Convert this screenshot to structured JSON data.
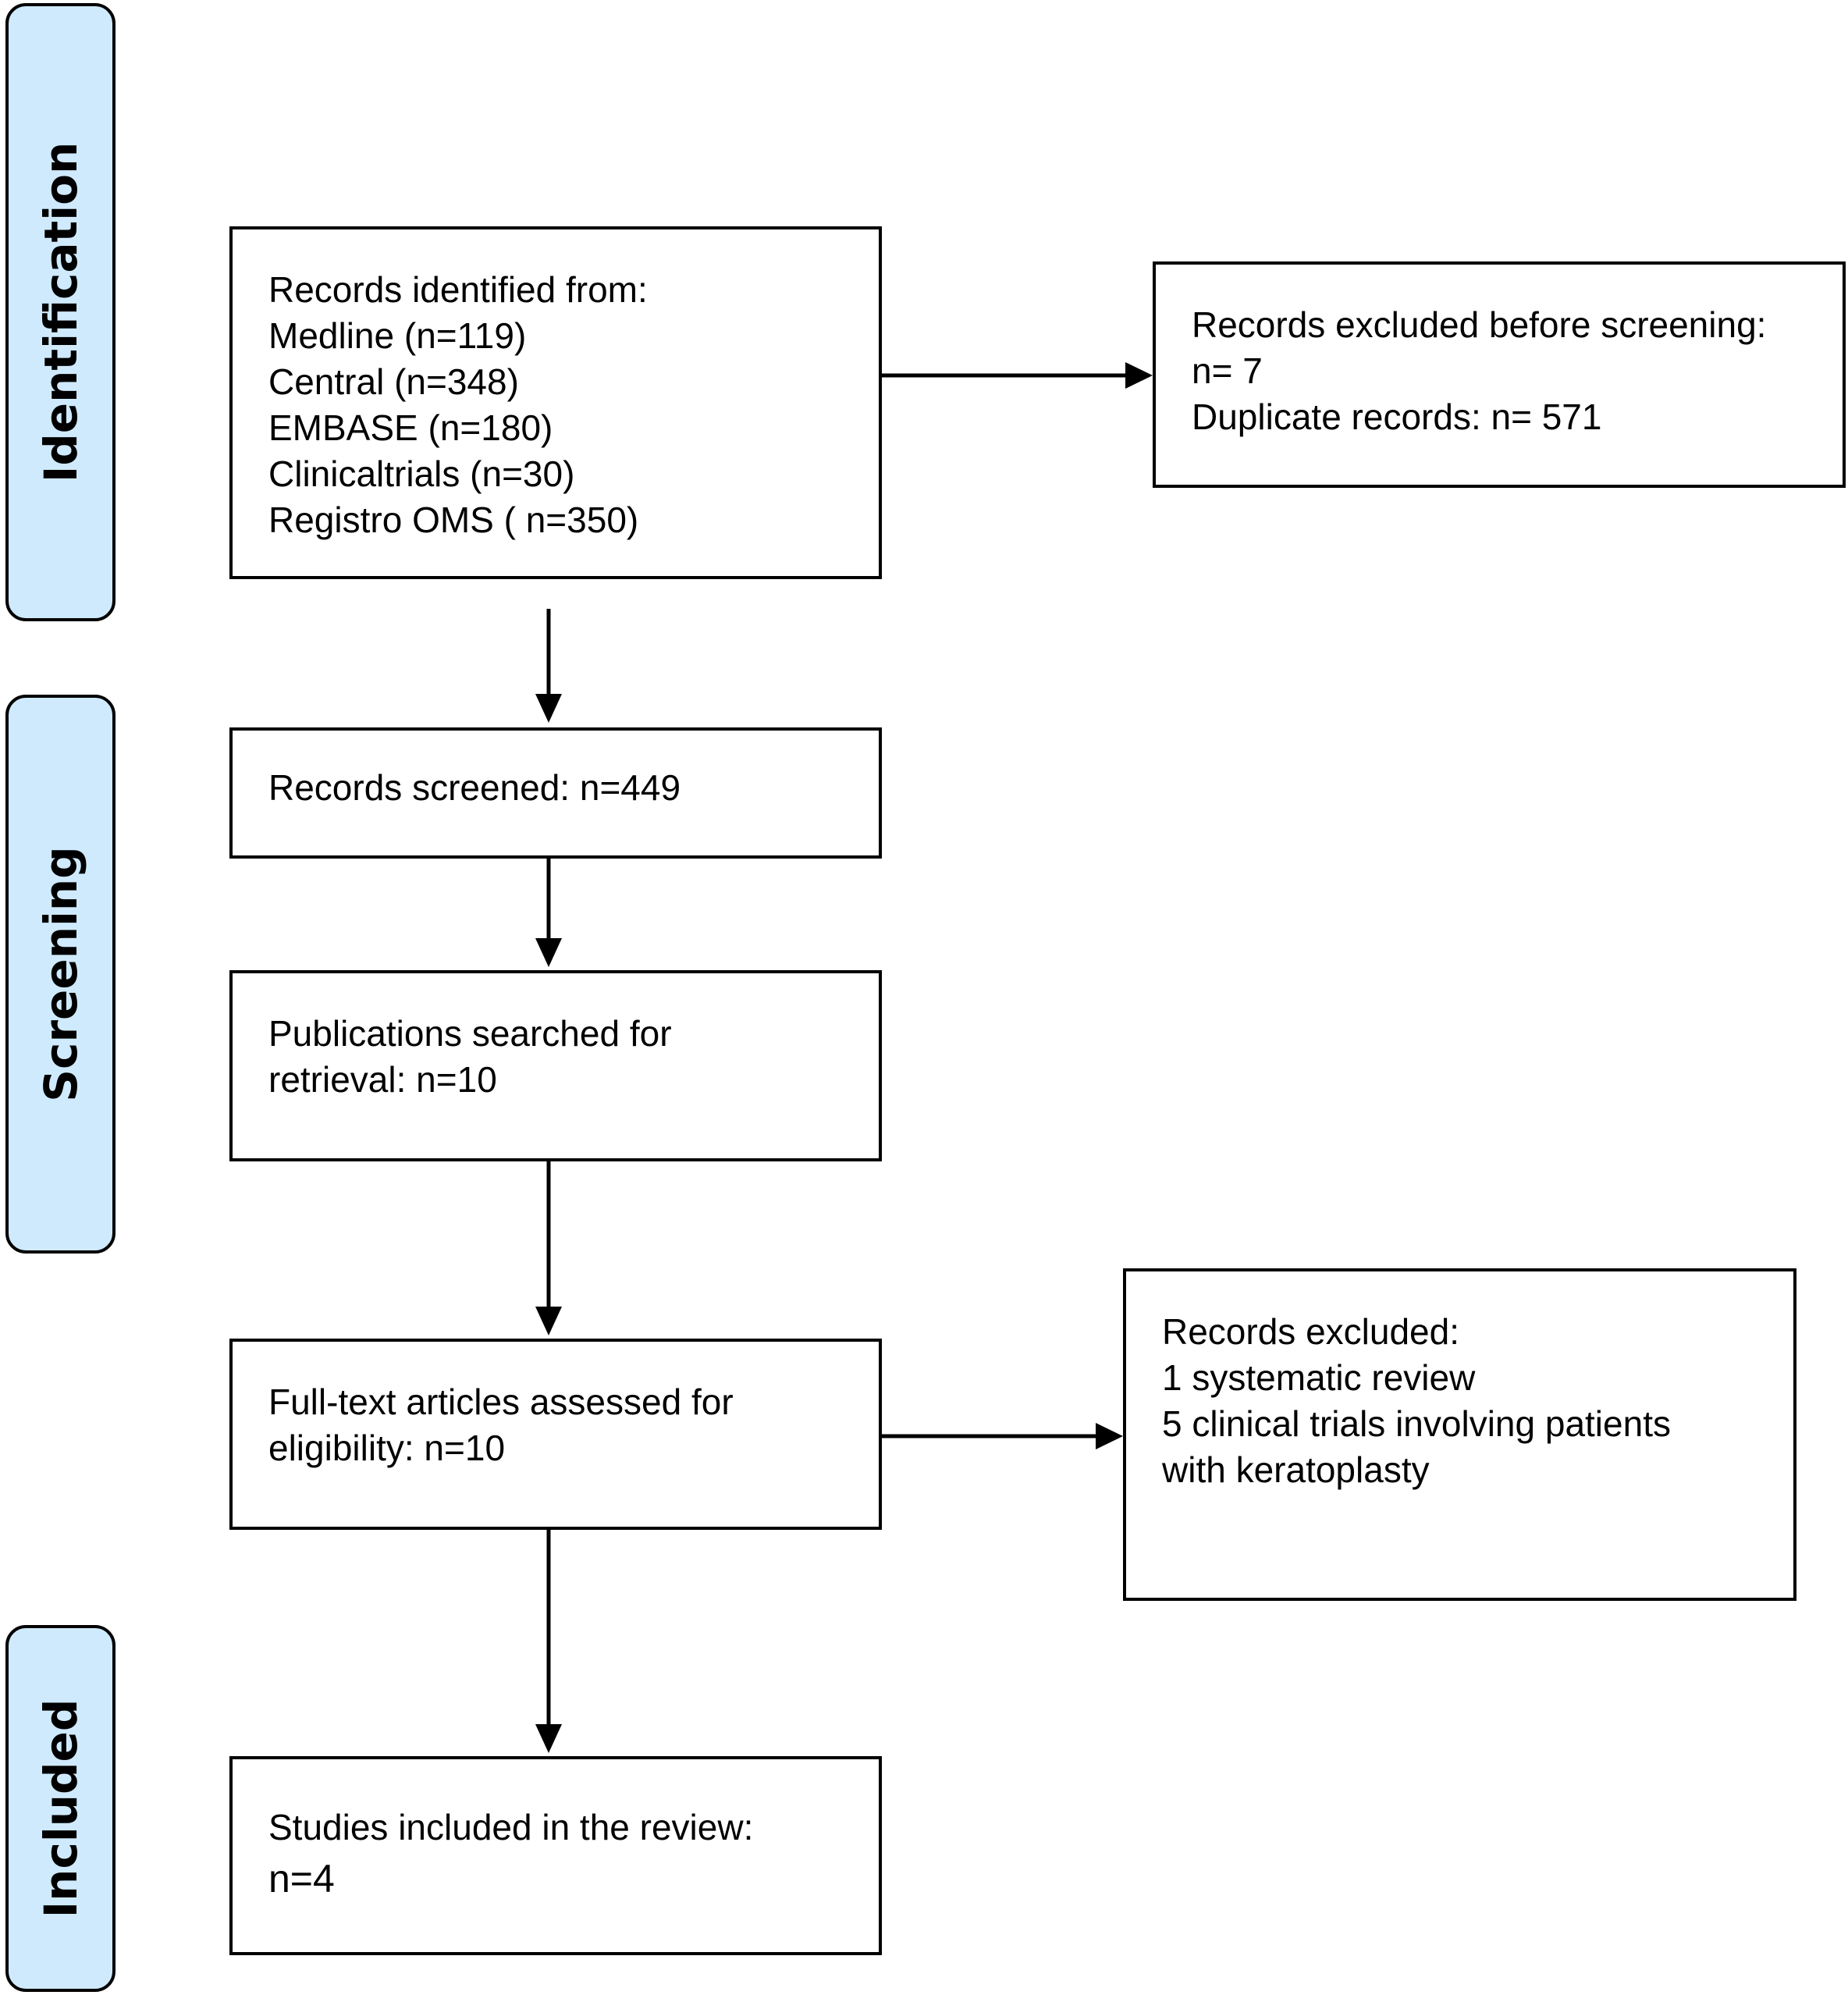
{
  "phases": {
    "identification": "Identification",
    "screening": "Screening",
    "included": "Included"
  },
  "boxes": {
    "identified": {
      "lines": [
        "Records identified from:",
        "Medline (n=119)",
        "Central (n=348)",
        "EMBASE (n=180)",
        "Clinicaltrials (n=30)",
        "Registro OMS ( n=350)"
      ]
    },
    "excluded_before_screening": {
      "lines": [
        "Records excluded before screening:",
        "n= 7",
        "Duplicate records: n= 571"
      ]
    },
    "screened": {
      "lines": [
        "Records screened: n=449"
      ]
    },
    "retrieval": {
      "lines": [
        "Publications searched for",
        "retrieval: n=10"
      ]
    },
    "eligibility": {
      "lines": [
        "Full-text articles assessed for",
        "eligibility: n=10"
      ]
    },
    "excluded": {
      "lines": [
        "Records excluded:",
        "1 systematic review",
        "5 clinical trials involving patients",
        "with keratoplasty"
      ]
    },
    "included": {
      "lines": [
        "Studies included in the review:",
        "n=4"
      ]
    }
  },
  "colors": {
    "phase_fill": "#cfeafc",
    "stroke": "#000000"
  }
}
